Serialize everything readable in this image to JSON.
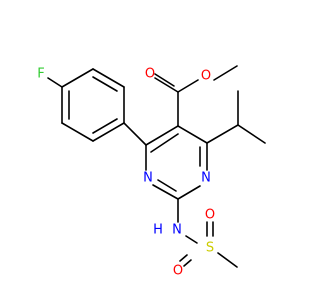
{
  "colors": {
    "bond": "#000000",
    "carbon_bond": "#000000",
    "oxygen": "#ff0000",
    "nitrogen": "#0000ff",
    "fluorine": "#33cc33",
    "sulfur": "#cccc00"
  },
  "atoms": {
    "F": "F",
    "N_ring_left": "N",
    "N_ring_right": "N",
    "O_carbonyl": "O",
    "O_ester": "O",
    "HN": "H",
    "N_sulfonamide": "N",
    "S": "S",
    "O_sulfonyl_top": "O",
    "O_sulfonyl_bottom": "O"
  }
}
